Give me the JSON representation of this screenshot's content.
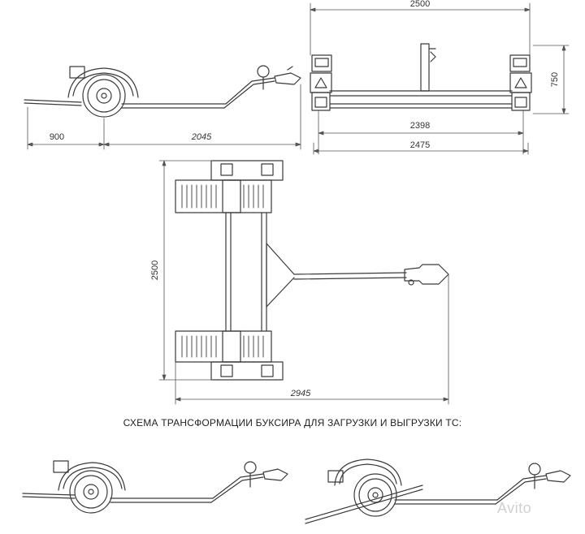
{
  "dimensions": {
    "side_front_overhang": "900",
    "side_length": "2045",
    "rear_total_width": "2500",
    "rear_height": "750",
    "rear_track": "2398",
    "rear_outer": "2475",
    "top_width": "2500",
    "top_length": "2945"
  },
  "caption": "СХЕМА ТРАНСФОРМАЦИИ БУКСИРА ДЛЯ ЗАГРУЗКИ И ВЫГРУЗКИ ТС:",
  "watermark": "Avito",
  "colors": {
    "line": "#3a3a3a",
    "background": "#ffffff"
  }
}
